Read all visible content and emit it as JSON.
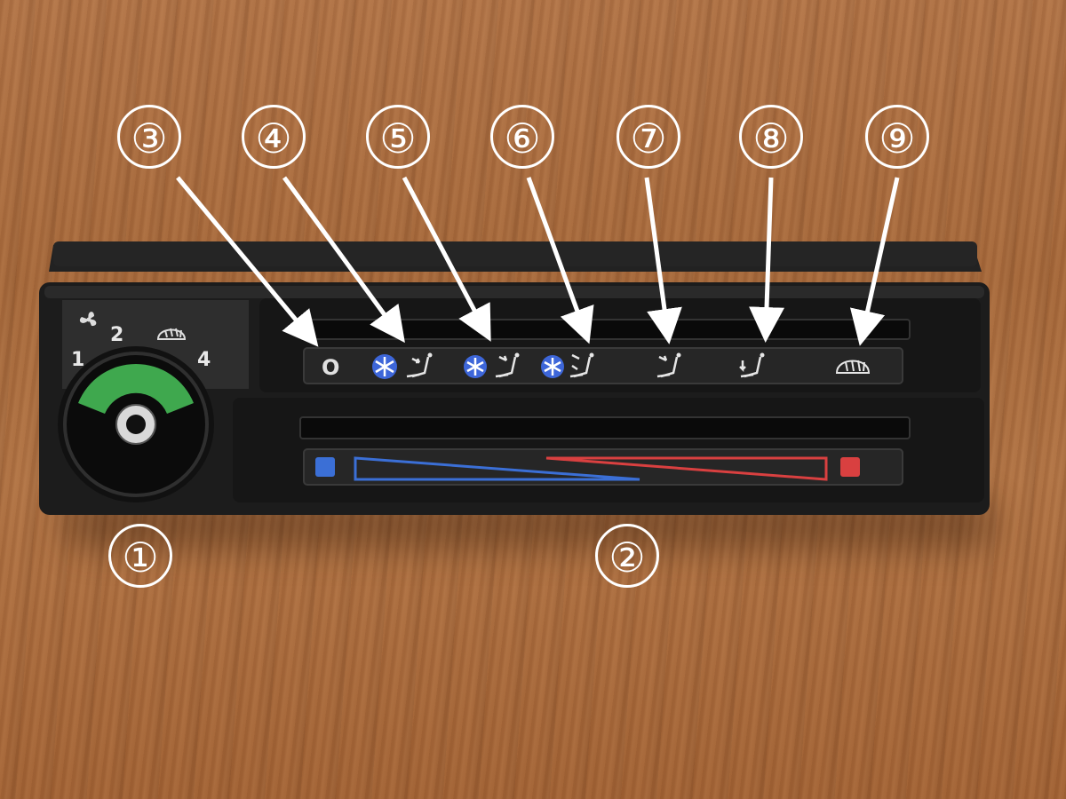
{
  "fan_dial": {
    "speeds": [
      "1",
      "2",
      "4"
    ]
  },
  "mode_strip": {
    "off_label": "O"
  },
  "callouts": [
    "①",
    "②",
    "③",
    "④",
    "⑤",
    "⑥",
    "⑦",
    "⑧",
    "⑨"
  ],
  "colors": {
    "panel": "#1b1b1b",
    "fan_green": "#3fa84e",
    "cool_blue": "#3b6fd6",
    "hot_red": "#d94040",
    "ac_badge": "#3d66d9"
  },
  "icons": [
    "fan-icon",
    "defrost-icon",
    "snowflake-icon",
    "seat-airflow-icon"
  ]
}
